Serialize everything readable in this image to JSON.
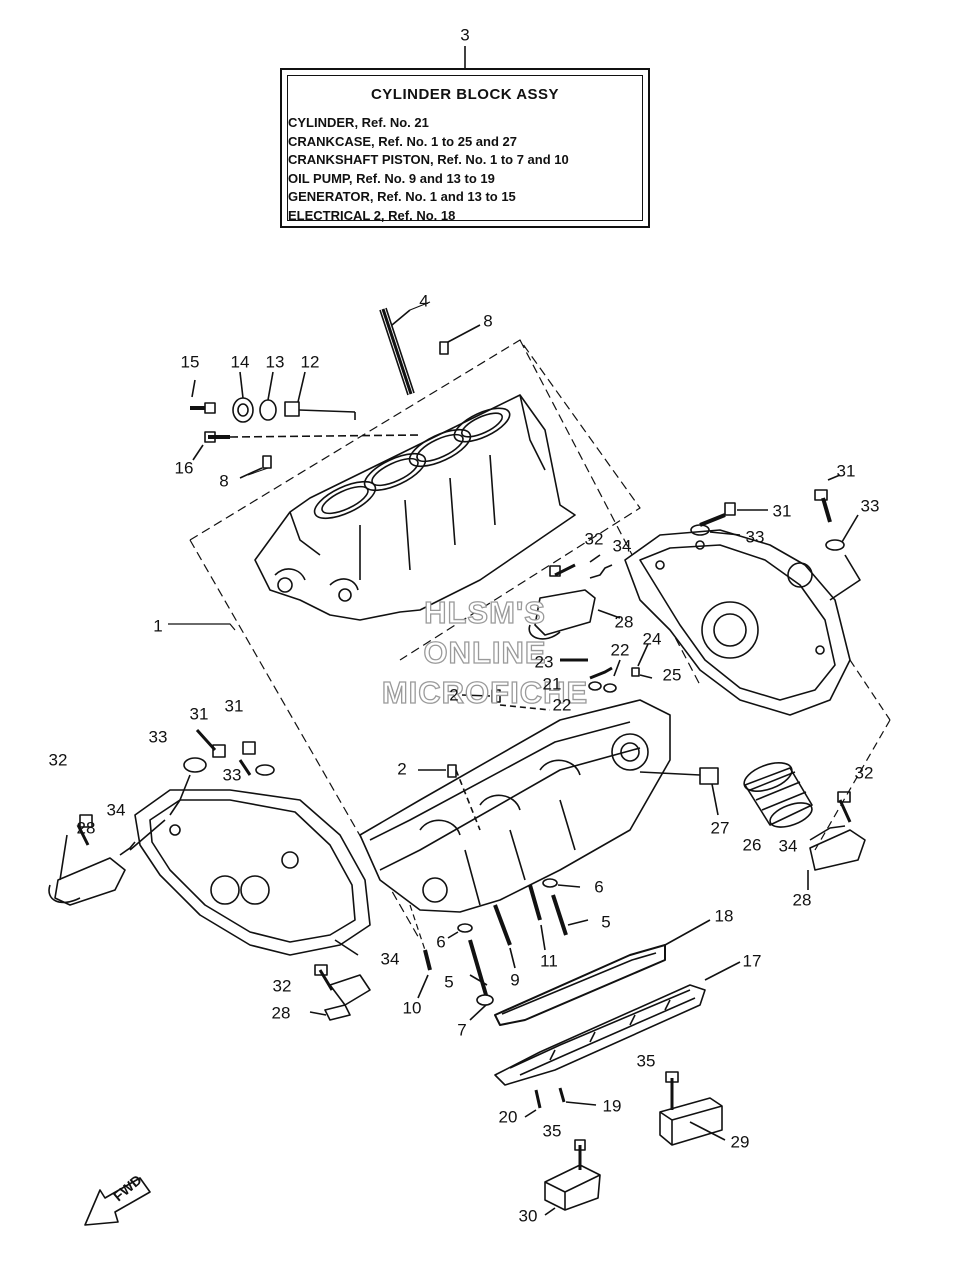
{
  "legend": {
    "ref_number": "3",
    "title": "CYLINDER BLOCK ASSY",
    "lines": [
      "CYLINDER,  Ref. No. 21",
      "CRANKCASE,  Ref. No. 1 to 25 and 27",
      "CRANKSHAFT PISTON, Ref. No. 1 to 7 and 10",
      "OIL PUMP,  Ref. No. 9 and 13 to 19",
      "GENERATOR,   Ref. No. 1 and 13 to 15",
      "ELECTRICAL 2,  Ref. No. 18"
    ]
  },
  "watermark": [
    "HLSM'S",
    "ONLINE",
    "MICROFICHE"
  ],
  "fwd_label": "FWD",
  "callouts": [
    {
      "id": "c-4",
      "label": "4"
    },
    {
      "id": "c-8a",
      "label": "8"
    },
    {
      "id": "c-15",
      "label": "15"
    },
    {
      "id": "c-14",
      "label": "14"
    },
    {
      "id": "c-13",
      "label": "13"
    },
    {
      "id": "c-12",
      "label": "12"
    },
    {
      "id": "c-16",
      "label": "16"
    },
    {
      "id": "c-8b",
      "label": "8"
    },
    {
      "id": "c-31a",
      "label": "31"
    },
    {
      "id": "c-31b",
      "label": "31"
    },
    {
      "id": "c-33a",
      "label": "33"
    },
    {
      "id": "c-33b",
      "label": "33"
    },
    {
      "id": "c-32a",
      "label": "32"
    },
    {
      "id": "c-34a",
      "label": "34"
    },
    {
      "id": "c-28a",
      "label": "28"
    },
    {
      "id": "c-1",
      "label": "1"
    },
    {
      "id": "c-23",
      "label": "23"
    },
    {
      "id": "c-22a",
      "label": "22"
    },
    {
      "id": "c-24",
      "label": "24"
    },
    {
      "id": "c-21",
      "label": "21"
    },
    {
      "id": "c-25",
      "label": "25"
    },
    {
      "id": "c-2a",
      "label": "2"
    },
    {
      "id": "c-22b",
      "label": "22"
    },
    {
      "id": "c-31c",
      "label": "31"
    },
    {
      "id": "c-31d",
      "label": "31"
    },
    {
      "id": "c-33c",
      "label": "33"
    },
    {
      "id": "c-33d",
      "label": "33"
    },
    {
      "id": "c-32b",
      "label": "32"
    },
    {
      "id": "c-2b",
      "label": "2"
    },
    {
      "id": "c-34b",
      "label": "34"
    },
    {
      "id": "c-28b",
      "label": "28"
    },
    {
      "id": "c-27",
      "label": "27"
    },
    {
      "id": "c-26",
      "label": "26"
    },
    {
      "id": "c-32c",
      "label": "32"
    },
    {
      "id": "c-34c",
      "label": "34"
    },
    {
      "id": "c-28c",
      "label": "28"
    },
    {
      "id": "c-6a",
      "label": "6"
    },
    {
      "id": "c-5a",
      "label": "5"
    },
    {
      "id": "c-18",
      "label": "18"
    },
    {
      "id": "c-6b",
      "label": "6"
    },
    {
      "id": "c-11",
      "label": "11"
    },
    {
      "id": "c-9",
      "label": "9"
    },
    {
      "id": "c-5b",
      "label": "5"
    },
    {
      "id": "c-34d",
      "label": "34"
    },
    {
      "id": "c-32d",
      "label": "32"
    },
    {
      "id": "c-28d",
      "label": "28"
    },
    {
      "id": "c-10",
      "label": "10"
    },
    {
      "id": "c-7",
      "label": "7"
    },
    {
      "id": "c-17",
      "label": "17"
    },
    {
      "id": "c-35a",
      "label": "35"
    },
    {
      "id": "c-20",
      "label": "20"
    },
    {
      "id": "c-19",
      "label": "19"
    },
    {
      "id": "c-29",
      "label": "29"
    },
    {
      "id": "c-35b",
      "label": "35"
    },
    {
      "id": "c-30",
      "label": "30"
    }
  ],
  "colors": {
    "ink": "#111111",
    "watermark_outline": "#9a9a9a",
    "paper": "#ffffff"
  }
}
